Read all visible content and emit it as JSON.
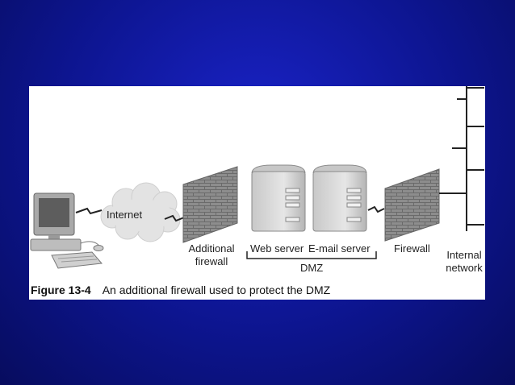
{
  "labels": {
    "internet": "Internet",
    "additional_firewall_line1": "Additional",
    "additional_firewall_line2": "firewall",
    "web_server": "Web server",
    "email_server": "E-mail server",
    "dmz": "DMZ",
    "firewall": "Firewall",
    "internal_network_line1": "Internal",
    "internal_network_line2": "network"
  },
  "caption": {
    "number": "Figure 13-4",
    "text": "An additional firewall used to protect the DMZ"
  },
  "icons": {
    "workstation": "desktop-computer-icon",
    "cloud": "internet-cloud-icon",
    "firewall": "brick-wall-icon",
    "server": "server-tower-icon",
    "link": "lightning-link-icon"
  },
  "colors": {
    "background": "#0d1590",
    "figure": "#ffffff",
    "wall": "#8a8a8a",
    "server": "#d9d9d9"
  }
}
